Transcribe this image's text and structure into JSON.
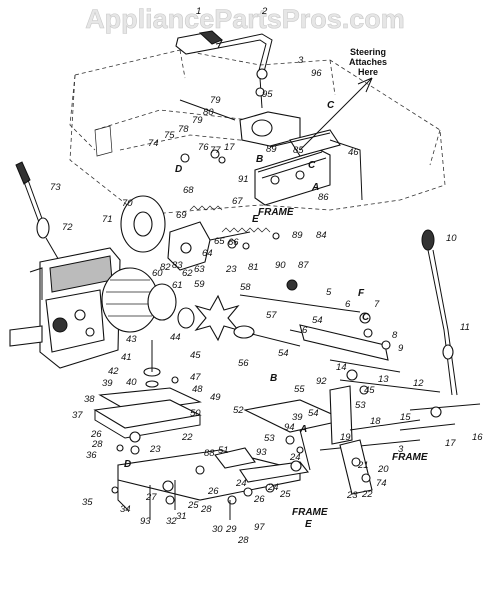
{
  "watermark": "AppliancePartsPros.com",
  "steering_note": [
    "Steering",
    "Attaches",
    "Here"
  ],
  "frame_label": "FRAME",
  "ref_letters": {
    "A": "A",
    "B": "B",
    "C": "C",
    "D": "D",
    "E": "E",
    "F": "F"
  },
  "part_numbers": {
    "p1": "1",
    "p2": "2",
    "p3": "3",
    "p96": "96",
    "p95": "95",
    "p79": "79",
    "p80": "80",
    "p78": "78",
    "p79b": "79",
    "p75": "75",
    "p74": "74",
    "p76": "76",
    "p77": "77",
    "p17a": "17",
    "p89a": "89",
    "p85": "85",
    "p46": "46",
    "p91": "91",
    "p86": "86",
    "p84": "84",
    "p73": "73",
    "p72": "72",
    "p68": "68",
    "p67": "67",
    "p89b": "89",
    "p87": "87",
    "p90": "90",
    "p70": "70",
    "p71": "71",
    "p69": "69",
    "p83": "83",
    "p64": "64",
    "p65": "65",
    "p66": "66",
    "p82": "82",
    "p62": "62",
    "p63": "63",
    "p23a": "23",
    "p81": "81",
    "p60": "60",
    "p61": "61",
    "p59": "59",
    "p58": "58",
    "p44": "44",
    "p10": "10",
    "p5": "5",
    "p6a": "6",
    "p7": "7",
    "p57": "57",
    "p54a": "54",
    "p6b": "6",
    "p8": "8",
    "p9": "9",
    "p11": "11",
    "p54b": "54",
    "p14": "14",
    "p13": "13",
    "p12": "12",
    "p43": "43",
    "p45a": "45",
    "p41": "41",
    "p42": "42",
    "p47": "47",
    "p56": "56",
    "p55": "55",
    "p92": "92",
    "p45b": "45",
    "p39a": "39",
    "p40": "40",
    "p48": "48",
    "p49": "49",
    "p38": "38",
    "p50": "50",
    "p37": "37",
    "p54c": "54",
    "p53": "53",
    "p52": "52",
    "p39b": "39",
    "p94": "94",
    "p26a": "26",
    "p28a": "28",
    "p22": "22",
    "p53b": "53",
    "p15": "15",
    "p18": "18",
    "p3b": "3",
    "p17b": "17",
    "p16": "16",
    "p19": "19",
    "p20": "20",
    "p21": "21",
    "p74b": "74",
    "p36": "36",
    "p23b": "23",
    "p51": "51",
    "p88": "88",
    "p24a": "24",
    "p93b": "93",
    "p24b": "24",
    "p25a": "25",
    "p23c": "23",
    "p22b": "22",
    "p27": "27",
    "p26b": "26",
    "p25b": "25",
    "p35": "35",
    "p34": "34",
    "p93": "93",
    "p32": "32",
    "p31": "31",
    "p28b": "28",
    "p30": "30",
    "p29": "29",
    "p26c": "26",
    "p97": "97",
    "p28c": "28",
    "p24c": "24"
  }
}
